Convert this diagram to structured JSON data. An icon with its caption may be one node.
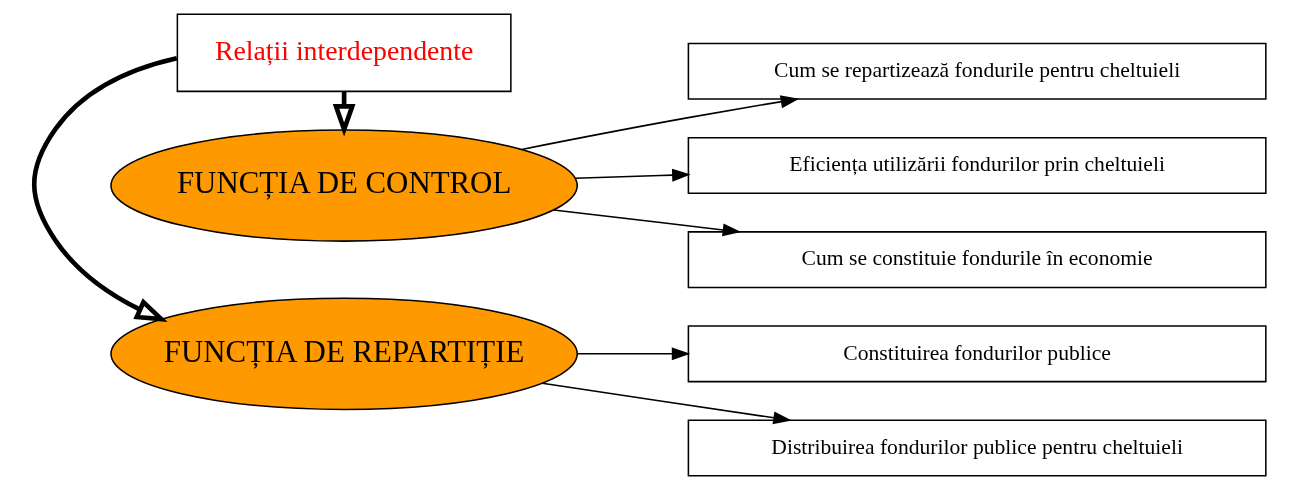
{
  "diagram": {
    "nodes": [
      {
        "text": [
          "FUNCȚIA DE REPARTIȚIE"
        ]
      },
      {
        "text": [
          "Relații interdependente"
        ]
      },
      {
        "text": [
          "FUNCȚIA DE CONTROL"
        ]
      },
      {
        "text": [
          "Constituirea fondurilor publice"
        ]
      },
      {
        "text": [
          "Distribuirea fondurilor publice pentru cheltuieli"
        ]
      },
      {
        "text": [
          "Cum se constituie fondurile în economie"
        ]
      },
      {
        "text": [
          "Cum se repartizează fondurile pentru cheltuieli"
        ]
      },
      {
        "text": [
          "Eficiența utilizării fondurilor prin cheltuieli"
        ]
      }
    ],
    "edges": [
      {
        "from": 1,
        "to": 0,
        "arrow": "to",
        "style": "thick"
      },
      {
        "from": 1,
        "to": 2,
        "arrow": "to",
        "style": "thick"
      },
      {
        "from": 0,
        "to": 3,
        "arrow": "to"
      },
      {
        "from": 0,
        "to": 4,
        "arrow": "to"
      },
      {
        "from": 2,
        "to": 5,
        "arrow": "to"
      },
      {
        "from": 2,
        "to": 6,
        "arrow": "to"
      },
      {
        "from": 2,
        "to": 7,
        "arrow": "to"
      }
    ]
  }
}
